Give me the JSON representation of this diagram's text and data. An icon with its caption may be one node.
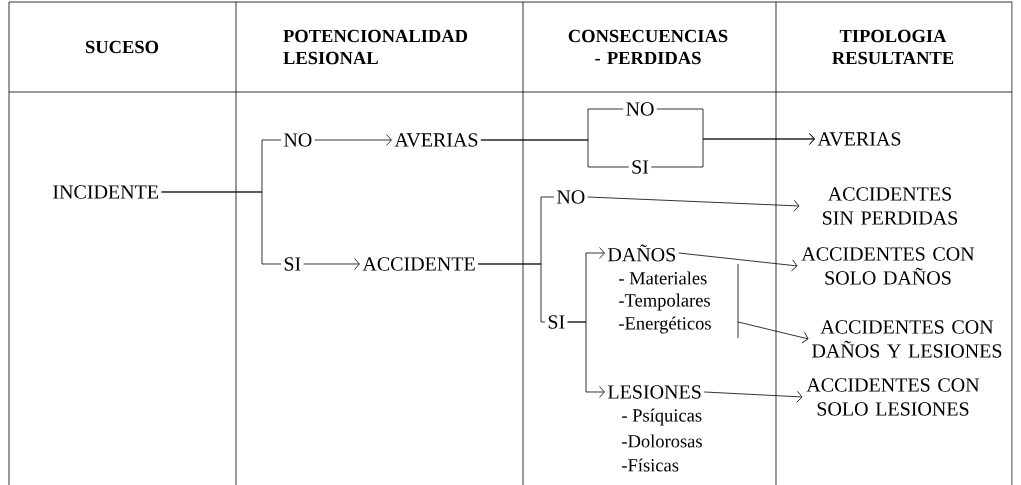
{
  "diagram": {
    "nodes": [
      {
        "text": [
          "INCIDENTE"
        ]
      },
      {
        "text": [
          "NO"
        ]
      },
      {
        "text": [
          "AVERIAS"
        ]
      },
      {
        "text": [
          "SI"
        ]
      },
      {
        "text": [
          "ACCIDENTE"
        ]
      },
      {
        "text": [
          "NO"
        ]
      },
      {
        "text": [
          "SI"
        ]
      },
      {
        "text": [
          "AVERIAS"
        ]
      },
      {
        "text": [
          "NO"
        ]
      },
      {
        "text": [
          "SI"
        ]
      },
      {
        "text": [
          "DAÑOS"
        ],
        "beside": [
          "- Materiales",
          "-Tempolares",
          "-Energéticos"
        ]
      },
      {
        "text": [
          "LESIONES"
        ],
        "beside": [
          "- Psíquicas",
          "-Dolorosas",
          "-Físicas"
        ]
      },
      {
        "text": [
          "ACCIDENTES SIN PERDIDAS"
        ]
      },
      {
        "text": [
          "ACCIDENTES CON SOLO DAÑOS"
        ]
      },
      {
        "text": [
          "ACCIDENTES CON DAÑOS Y LESIONES"
        ]
      },
      {
        "text": [
          "ACCIDENTES CON SOLO LESIONES"
        ]
      }
    ],
    "edges": [
      {
        "from": 0,
        "to": 1,
        "arrow": "none"
      },
      {
        "from": 0,
        "to": 3,
        "arrow": "none"
      },
      {
        "from": 1,
        "to": 2,
        "arrow": "to"
      },
      {
        "from": 3,
        "to": 4,
        "arrow": "to"
      },
      {
        "from": 2,
        "to": 5,
        "arrow": "none"
      },
      {
        "from": 2,
        "to": 6,
        "arrow": "none"
      },
      {
        "from": 5,
        "to": 7,
        "arrow": "to"
      },
      {
        "from": 6,
        "to": 7,
        "arrow": "to"
      },
      {
        "from": 4,
        "to": 8,
        "arrow": "none"
      },
      {
        "from": 4,
        "to": 9,
        "arrow": "none"
      },
      {
        "from": 8,
        "to": 12,
        "arrow": "to"
      },
      {
        "from": 9,
        "to": 10,
        "arrow": "to"
      },
      {
        "from": 9,
        "to": 11,
        "arrow": "to"
      },
      {
        "from": 10,
        "to": 13,
        "arrow": "to"
      },
      {
        "from": 10,
        "to": 14,
        "arrow": "to"
      },
      {
        "from": 11,
        "to": 15,
        "arrow": "to"
      }
    ],
    "labels": [
      "SUCESO",
      "POTENCIONALIDAD LESIONAL",
      "CONSECUENCIAS - PERDIDAS",
      "TIPOLOGIA RESULTANTE"
    ]
  }
}
